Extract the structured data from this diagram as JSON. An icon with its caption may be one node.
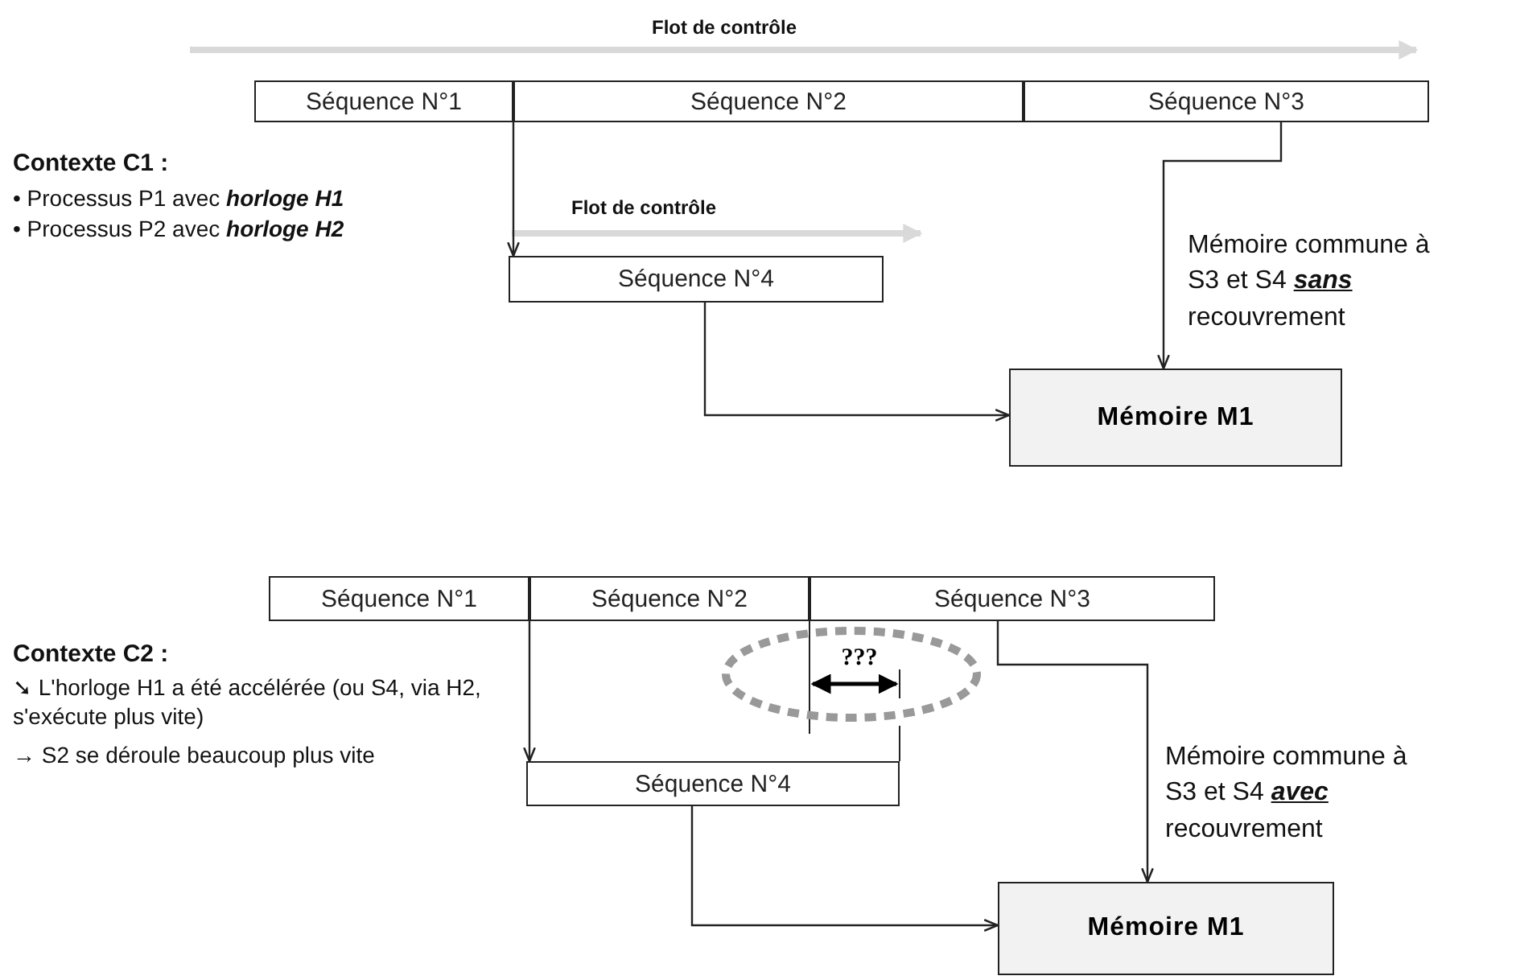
{
  "diagram": {
    "nodes": [
      {
        "text": [
          "Séquence N°1"
        ]
      },
      {
        "text": [
          "Séquence N°2"
        ]
      },
      {
        "text": [
          "Séquence N°3"
        ]
      },
      {
        "text": [
          "Séquence N°4"
        ]
      },
      {
        "text": [
          "Mémoire M1"
        ]
      },
      {
        "text": [
          "Séquence N°1"
        ]
      },
      {
        "text": [
          "Séquence N°2"
        ]
      },
      {
        "text": [
          "Séquence N°3"
        ]
      },
      {
        "text": [
          "Séquence N°4"
        ]
      },
      {
        "text": [
          "Mémoire M1"
        ]
      },
      {
        "text": [
          "???"
        ]
      }
    ],
    "edges": [
      {
        "from": 0,
        "to": 3,
        "arrow": "to"
      },
      {
        "from": 2,
        "to": 4,
        "arrow": "to"
      },
      {
        "from": 3,
        "to": 4,
        "arrow": "to"
      },
      {
        "from": 5,
        "to": 8,
        "arrow": "to"
      },
      {
        "from": 7,
        "to": 9,
        "arrow": "to"
      },
      {
        "from": 8,
        "to": 9,
        "arrow": "to"
      }
    ],
    "labels": [
      "Flot de contrôle",
      "Contexte C1 :",
      "• Processus P1 avec **horloge H1**",
      "• Processus P2 avec **horloge H2**",
      "Flot de contrôle",
      "Mémoire commune à S3 et S4 **sans** recouvrement",
      "Contexte C2 :",
      "➘ L'horloge H1 a été accélérée (ou S4, via H2, s'exécute plus vite)",
      "→ S2 se déroule beaucoup plus vite",
      "Mémoire commune à S3 et S4 **avec** recouvrement"
    ]
  }
}
